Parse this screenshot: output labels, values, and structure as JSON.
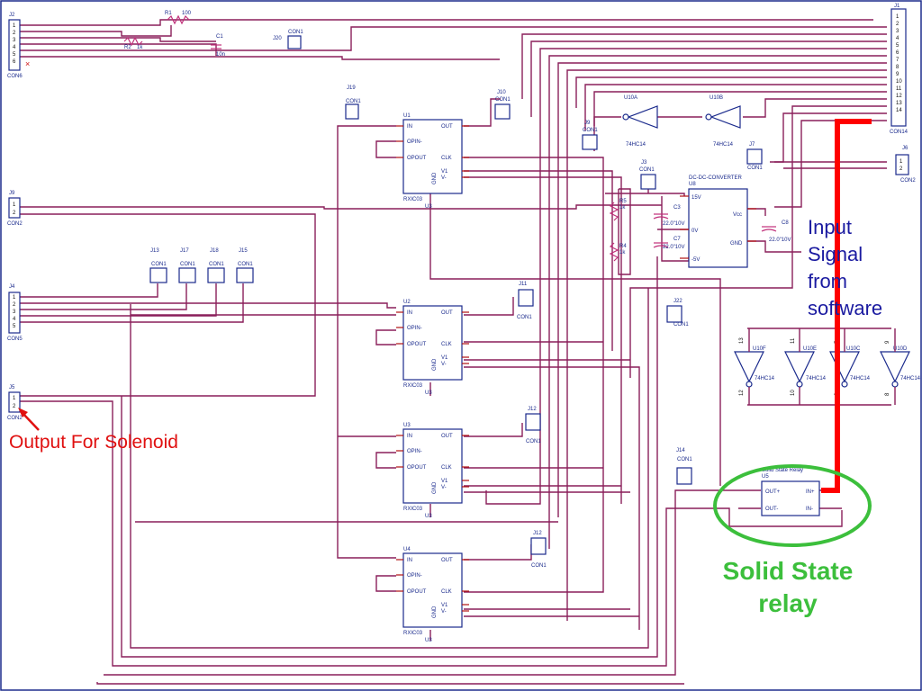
{
  "annotations": {
    "input_signal": [
      "Input",
      "Signal",
      "from",
      "software"
    ],
    "solenoid_output": "Output For Solenoid",
    "ssr_title": [
      "Solid State",
      "relay"
    ]
  },
  "connectors": {
    "j2": {
      "ref": "J2",
      "type": "CON6",
      "pins": [
        "1",
        "2",
        "3",
        "4",
        "5",
        "6"
      ]
    },
    "j1": {
      "ref": "J1",
      "type": "CON14",
      "pins": [
        "1",
        "2",
        "3",
        "4",
        "5",
        "6",
        "7",
        "8",
        "9",
        "10",
        "11",
        "12",
        "13",
        "14"
      ]
    },
    "j9": {
      "ref": "J9",
      "type": "CON2",
      "pins": [
        "1",
        "2"
      ]
    },
    "j4": {
      "ref": "J4",
      "type": "CON5",
      "pins": [
        "1",
        "2",
        "3",
        "4",
        "5"
      ]
    },
    "j5": {
      "ref": "J5",
      "type": "CON2",
      "pins": [
        "1",
        "2"
      ]
    },
    "j6": {
      "ref": "J6",
      "type": "CON2",
      "pins": [
        "1",
        "2"
      ]
    }
  },
  "singles": {
    "j20": {
      "ref": "J20",
      "type": "CON1"
    },
    "j19": {
      "ref": "J19",
      "type": "CON1"
    },
    "j10": {
      "ref": "J10",
      "type": "CON1"
    },
    "j9b": {
      "ref": "J9",
      "type": "CON1"
    },
    "j3": {
      "ref": "J3",
      "type": "CON1"
    },
    "j7": {
      "ref": "J7",
      "type": "CON1"
    },
    "j13": {
      "ref": "J13",
      "type": "CON1"
    },
    "j17": {
      "ref": "J17",
      "type": "CON1"
    },
    "j18": {
      "ref": "J18",
      "type": "CON1"
    },
    "j15": {
      "ref": "J15",
      "type": "CON1"
    },
    "j11": {
      "ref": "J11",
      "type": "CON1"
    },
    "j22": {
      "ref": "J22",
      "type": "CON1"
    },
    "j12": {
      "ref": "J12",
      "type": "CON1"
    },
    "j14": {
      "ref": "J14",
      "type": "CON1"
    },
    "j12b": {
      "ref": "J12",
      "type": "CON1"
    }
  },
  "passives": {
    "r1": {
      "ref": "R1",
      "value": "100"
    },
    "r2": {
      "ref": "R2",
      "value": "1k"
    },
    "c1": {
      "ref": "C1",
      "value": "10n"
    },
    "r5": {
      "ref": "R5",
      "value": "1k"
    },
    "r4": {
      "ref": "R4",
      "value": "1k"
    },
    "c3": {
      "ref": "C3",
      "value": "22.0\"10V"
    },
    "c7": {
      "ref": "C7",
      "value": "22.0\"10V"
    },
    "c8": {
      "ref": "C8",
      "value": "22.0\"10V"
    }
  },
  "chips": [
    {
      "ref": "U1",
      "part": "RXIC03",
      "sub": "U3"
    },
    {
      "ref": "U2",
      "part": "RXIC03",
      "sub": "U3"
    },
    {
      "ref": "U3",
      "part": "RXIC03",
      "sub": "U3"
    },
    {
      "ref": "U4",
      "part": "RXIC03",
      "sub": "U3"
    }
  ],
  "chip_pins": {
    "in": "IN",
    "opin": "OPIN-",
    "opout": "OPOUT",
    "out": "OUT",
    "clk": "CLK",
    "gnd": "GND",
    "v1": "V1",
    "vm": "V-"
  },
  "dcdc": {
    "title": "DC-DC-CONVERTER",
    "ref": "U8",
    "p15": "15V",
    "p0": "0V",
    "pm5": "-5V",
    "vcc": "Vcc",
    "gnd": "GND"
  },
  "inverters": {
    "u10a": {
      "ref": "U10A",
      "part": "74HC14"
    },
    "u10b": {
      "ref": "U10B",
      "part": "74HC14"
    },
    "u10f": {
      "ref": "U10F",
      "part": "74HC14",
      "pa": "13",
      "pb": "12"
    },
    "u10e": {
      "ref": "U10E",
      "part": "74HC14",
      "pa": "11",
      "pb": "10"
    },
    "u10c": {
      "ref": "U10C",
      "part": "74HC14",
      "pa": "5",
      "pb": "6"
    },
    "u10d": {
      "ref": "U10D",
      "part": "74HC14",
      "pa": "9",
      "pb": "8"
    }
  },
  "ssr": {
    "title": "Solid State Relay",
    "ref": "U5",
    "out_p": "OUT+",
    "out_m": "OUT-",
    "in_p": "IN+",
    "in_m": "IN-"
  },
  "colors": {
    "wire": "#8a1f5a",
    "component": "#1a2a8c",
    "highlight_red": "#ff0000",
    "highlight_green": "#3cbf3c"
  }
}
